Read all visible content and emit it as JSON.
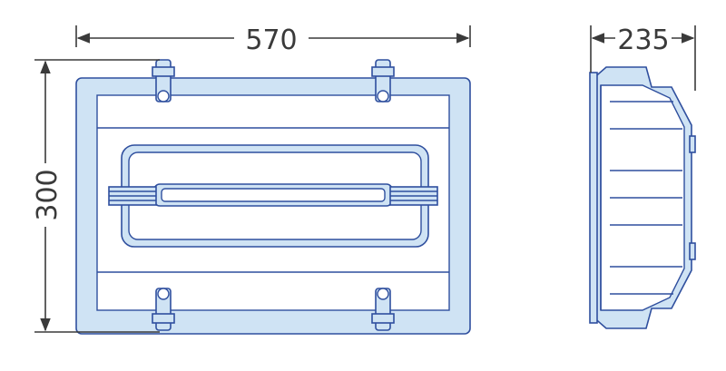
{
  "dimensions": {
    "width_label": "570",
    "height_label": "300",
    "depth_label": "235"
  },
  "colors": {
    "outline": "#2f4f9e",
    "fill": "#cfe3f4",
    "dimension_line": "#3a3a3a"
  }
}
